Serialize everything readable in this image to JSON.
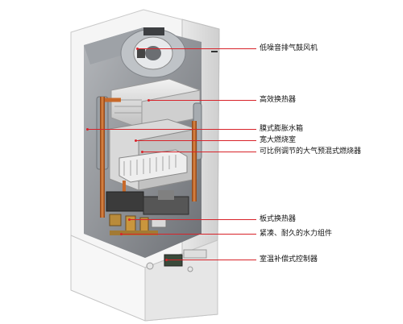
{
  "components": [
    {
      "id": "fan",
      "label": "低噪音排气鼓风机"
    },
    {
      "id": "main-heat-exchanger",
      "label": "高效换热器"
    },
    {
      "id": "expansion-tank",
      "label": "膜式膨胀水箱"
    },
    {
      "id": "combustion-chamber",
      "label": "宽大燃烧室"
    },
    {
      "id": "premix-burner",
      "label": "可比例调节的大气预混式燃烧器"
    },
    {
      "id": "plate-heat-exchanger",
      "label": "板式换热器"
    },
    {
      "id": "hydraulic-block",
      "label": "紧凑、耐久的水力组件"
    },
    {
      "id": "room-controller",
      "label": "室温补偿式控制器"
    }
  ],
  "colors": {
    "leader": "#d8232a",
    "housing": "#f4f4f4",
    "interior": "#8c8f94",
    "copper": "#c8692a"
  }
}
